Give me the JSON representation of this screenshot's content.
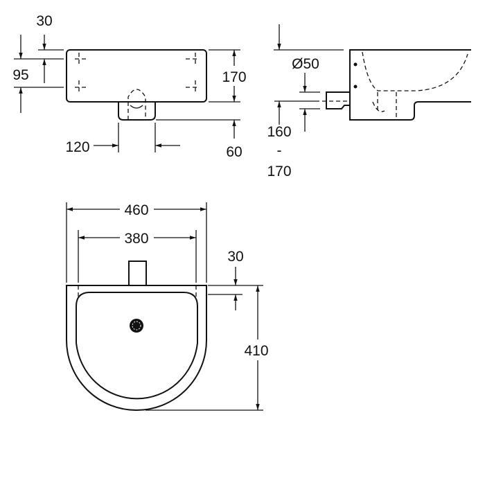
{
  "top_view": {
    "dim_30": "30",
    "dim_95": "95",
    "dim_170": "170",
    "dim_60": "60",
    "dim_120": "120"
  },
  "side_view": {
    "diameter": "Ø50",
    "height_min": "160",
    "height_sep": "-",
    "height_max": "170"
  },
  "front_view": {
    "dim_460": "460",
    "dim_380": "380",
    "dim_30": "30",
    "dim_410": "410"
  }
}
